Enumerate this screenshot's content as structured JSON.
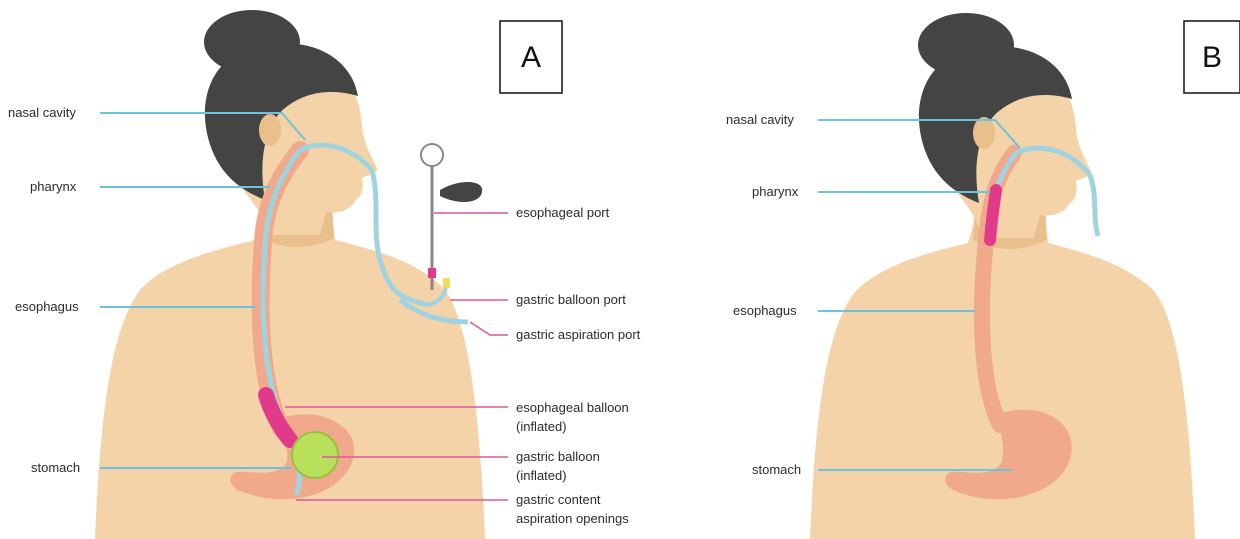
{
  "panels": {
    "a": {
      "tag": "A",
      "labels": {
        "nasal_cavity": "nasal cavity",
        "pharynx": "pharynx",
        "esophagus": "esophagus",
        "stomach": "stomach",
        "esophageal_port": "esophageal port",
        "gastric_balloon_port": "gastric balloon port",
        "gastric_aspiration_port": "gastric aspiration port",
        "esophageal_balloon_line1": "esophageal balloon",
        "esophageal_balloon_line2": "(inflated)",
        "gastric_balloon_line1": "gastric balloon",
        "gastric_balloon_line2": "(inflated)",
        "gastric_content_line1": "gastric content",
        "gastric_content_line2": "aspiration openings"
      }
    },
    "b": {
      "tag": "B",
      "labels": {
        "nasal_cavity": "nasal cavity",
        "pharynx": "pharynx",
        "esophagus": "esophagus",
        "stomach": "stomach"
      }
    }
  },
  "colors": {
    "skin": "#f4d3a8",
    "skin_shadow": "#e9bf8c",
    "hair": "#444444",
    "tract": "#f1a98b",
    "tube": "#9fd3e0",
    "balloon_pink": "#e23a8a",
    "balloon_green": "#b9e05a",
    "leader_blue": "#6cc4db",
    "leader_pink": "#e0569a"
  }
}
